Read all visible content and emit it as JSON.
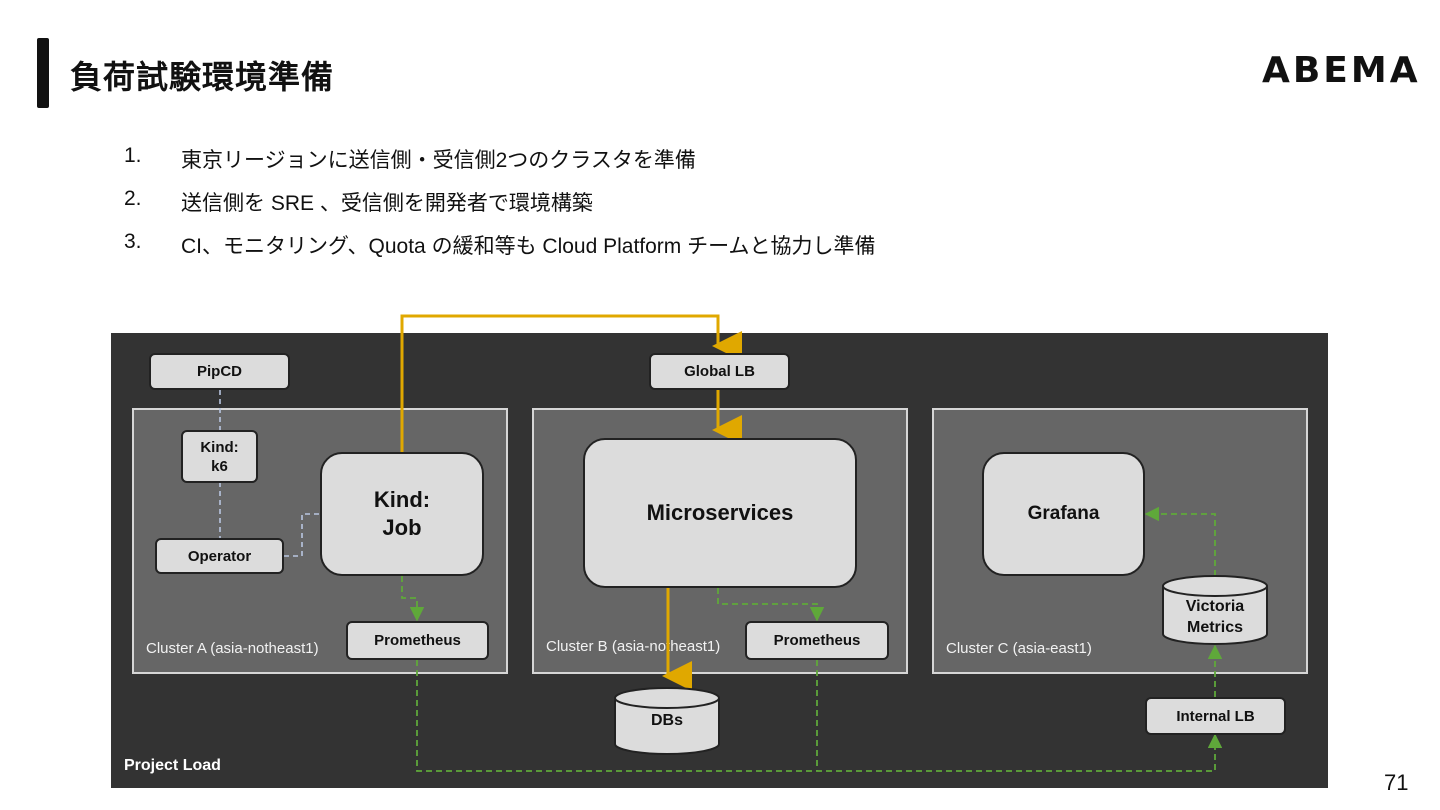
{
  "slide": {
    "title": "負荷試験環境準備",
    "logo": "ABEMA",
    "page_number": "71"
  },
  "steps": [
    {
      "num": "1.",
      "text": "東京リージョンに送信側・受信側2つのクラスタを準備"
    },
    {
      "num": "2.",
      "text": "送信側を SRE 、受信側を開発者で環境構築"
    },
    {
      "num": "3.",
      "text": "CI、モニタリング、Quota の緩和等も Cloud Platform チームと協力し準備"
    }
  ],
  "diagram": {
    "project_label": "Project Load",
    "clusters": {
      "a": "Cluster A (asia-notheast1)",
      "b": "Cluster B (asia-notheast1)",
      "c": "Cluster C (asia-east1)"
    },
    "nodes": {
      "pipcd": "PipCD",
      "kind_k6": "Kind:\nk6",
      "operator": "Operator",
      "kind_job": "Kind:\nJob",
      "prometheus_a": "Prometheus",
      "global_lb": "Global LB",
      "microservices": "Microservices",
      "prometheus_b": "Prometheus",
      "dbs": "DBs",
      "grafana": "Grafana",
      "victoria_metrics": "Victoria\nMetrics",
      "internal_lb": "Internal LB"
    },
    "colors": {
      "load_arrow": "#e0a800",
      "metrics_arrow": "#5fa83a",
      "control_line": "#b8c6e0"
    }
  }
}
